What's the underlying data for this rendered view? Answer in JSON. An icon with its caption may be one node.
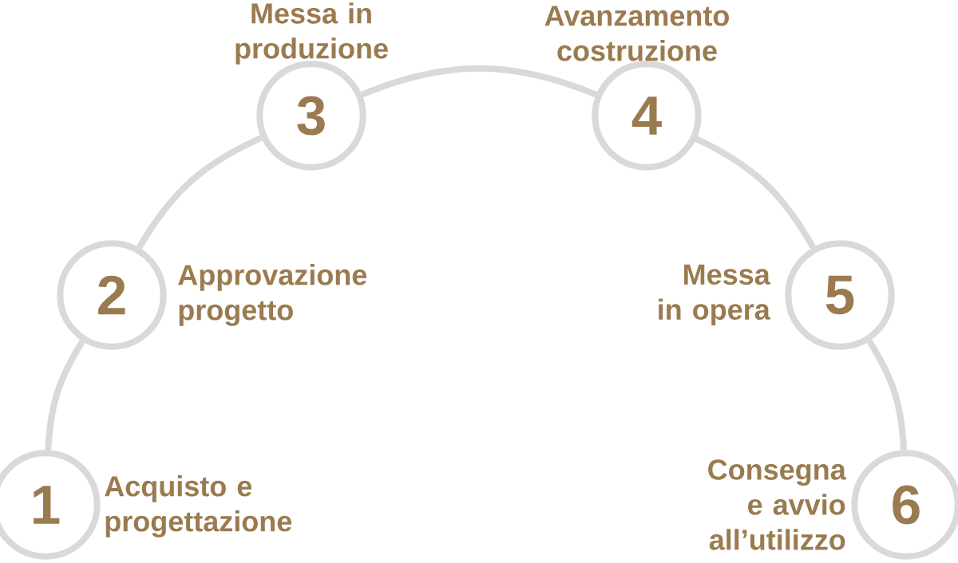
{
  "diagram": {
    "nodes": [
      {
        "text": [
          "1"
        ],
        "beside": [
          "Acquisto e progettazione"
        ]
      },
      {
        "text": [
          "2"
        ],
        "beside": [
          "Approvazione progetto"
        ]
      },
      {
        "text": [
          "3"
        ],
        "beside": [
          "Messa in produzione"
        ]
      },
      {
        "text": [
          "4"
        ],
        "beside": [
          "Avanzamento costruzione"
        ]
      },
      {
        "text": [
          "5"
        ],
        "beside": [
          "Messa in opera"
        ]
      },
      {
        "text": [
          "6"
        ],
        "beside": [
          "Consegna e avvio all’utilizzo"
        ]
      }
    ],
    "edges": [
      {
        "from": 0,
        "to": 1,
        "arrow": "none"
      },
      {
        "from": 1,
        "to": 2,
        "arrow": "none"
      },
      {
        "from": 2,
        "to": 3,
        "arrow": "none"
      },
      {
        "from": 3,
        "to": 4,
        "arrow": "none"
      },
      {
        "from": 4,
        "to": 5,
        "arrow": "none"
      }
    ]
  }
}
